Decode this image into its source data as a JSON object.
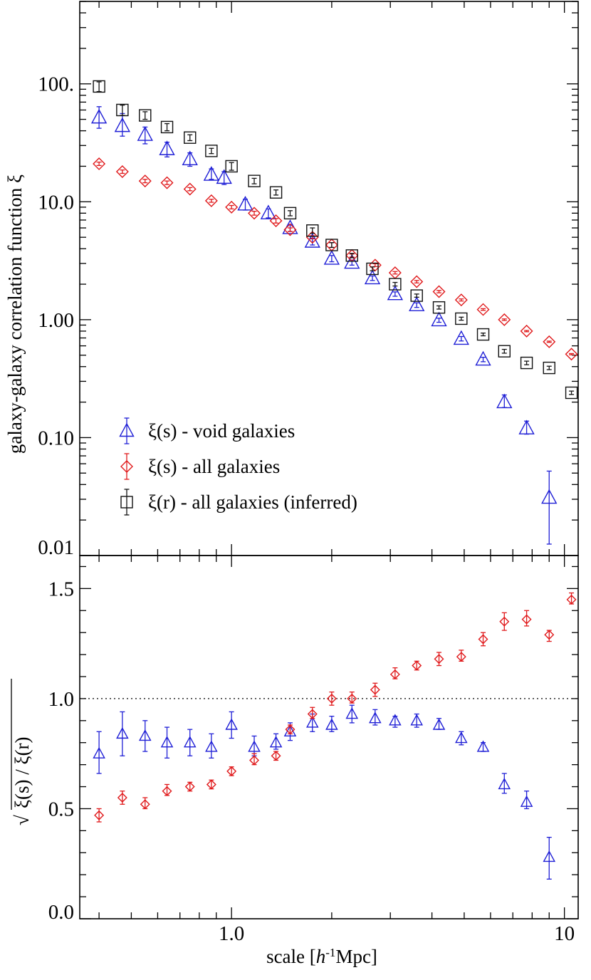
{
  "chart_data": [
    {
      "type": "scatter",
      "panel": "top",
      "ylabel": "galaxy-galaxy correlation function ξ",
      "xscale": "log",
      "yscale": "log",
      "xlim": [
        0.35,
        11
      ],
      "ylim": [
        0.01,
        500
      ],
      "yticks": [
        {
          "v": 0.01,
          "label": "0.01"
        },
        {
          "v": 0.1,
          "label": "0.10"
        },
        {
          "v": 1,
          "label": "1.00"
        },
        {
          "v": 10,
          "label": "10.0"
        },
        {
          "v": 100,
          "label": "100."
        }
      ],
      "legend": {
        "position": "bottom-left"
      },
      "series": [
        {
          "name": "ξ(s) - void galaxies",
          "marker": "triangle",
          "color": "#1f1fd6",
          "points": [
            {
              "x": 0.4,
              "y": 52,
              "lo": 42,
              "hi": 64
            },
            {
              "x": 0.47,
              "y": 44,
              "lo": 36,
              "hi": 56
            },
            {
              "x": 0.55,
              "y": 37,
              "lo": 31,
              "hi": 43
            },
            {
              "x": 0.64,
              "y": 28,
              "lo": 24,
              "hi": 32
            },
            {
              "x": 0.75,
              "y": 23,
              "lo": 20,
              "hi": 26
            },
            {
              "x": 0.87,
              "y": 17,
              "lo": 15.5,
              "hi": 19
            },
            {
              "x": 0.95,
              "y": 16,
              "lo": 14,
              "hi": 18
            },
            {
              "x": 1.1,
              "y": 9.5,
              "lo": 8.5,
              "hi": 10.5
            },
            {
              "x": 1.29,
              "y": 8.0,
              "lo": 7.3,
              "hi": 8.7
            },
            {
              "x": 1.5,
              "y": 6.0,
              "lo": 5.6,
              "hi": 6.4
            },
            {
              "x": 1.75,
              "y": 4.6,
              "lo": 4.3,
              "hi": 4.9
            },
            {
              "x": 2.0,
              "y": 3.3,
              "lo": 3.1,
              "hi": 3.5
            },
            {
              "x": 2.3,
              "y": 3.05,
              "lo": 2.9,
              "hi": 3.2
            },
            {
              "x": 2.65,
              "y": 2.25,
              "lo": 2.15,
              "hi": 2.35
            },
            {
              "x": 3.1,
              "y": 1.65,
              "lo": 1.58,
              "hi": 1.72
            },
            {
              "x": 3.6,
              "y": 1.33,
              "lo": 1.27,
              "hi": 1.39
            },
            {
              "x": 4.2,
              "y": 0.99,
              "lo": 0.95,
              "hi": 1.03
            },
            {
              "x": 4.9,
              "y": 0.69,
              "lo": 0.66,
              "hi": 0.72
            },
            {
              "x": 5.7,
              "y": 0.46,
              "lo": 0.44,
              "hi": 0.48
            },
            {
              "x": 6.6,
              "y": 0.2,
              "lo": 0.18,
              "hi": 0.23
            },
            {
              "x": 7.7,
              "y": 0.12,
              "lo": 0.107,
              "hi": 0.138
            },
            {
              "x": 9.0,
              "y": 0.031,
              "lo": 0.0125,
              "hi": 0.052
            }
          ]
        },
        {
          "name": "ξ(s) - all galaxies",
          "marker": "diamond",
          "color": "#e0191b",
          "points": [
            {
              "x": 0.4,
              "y": 21,
              "lo": 20.3,
              "hi": 21.7
            },
            {
              "x": 0.47,
              "y": 18,
              "lo": 17.4,
              "hi": 18.6
            },
            {
              "x": 0.55,
              "y": 15,
              "lo": 14.5,
              "hi": 15.5
            },
            {
              "x": 0.64,
              "y": 14.5,
              "lo": 14.0,
              "hi": 15.0
            },
            {
              "x": 0.75,
              "y": 12.8,
              "lo": 12.4,
              "hi": 13.2
            },
            {
              "x": 0.87,
              "y": 10.2,
              "lo": 9.9,
              "hi": 10.5
            },
            {
              "x": 1.0,
              "y": 9.0,
              "lo": 8.7,
              "hi": 9.3
            },
            {
              "x": 1.17,
              "y": 8.0,
              "lo": 7.7,
              "hi": 8.3
            },
            {
              "x": 1.36,
              "y": 6.9,
              "lo": 6.6,
              "hi": 7.2
            },
            {
              "x": 1.5,
              "y": 5.8,
              "lo": 5.6,
              "hi": 6.0
            },
            {
              "x": 1.75,
              "y": 5.0,
              "lo": 4.85,
              "hi": 5.15
            },
            {
              "x": 2.0,
              "y": 4.3,
              "lo": 4.1,
              "hi": 4.5
            },
            {
              "x": 2.3,
              "y": 3.5,
              "lo": 3.4,
              "hi": 3.6
            },
            {
              "x": 2.7,
              "y": 2.9,
              "lo": 2.82,
              "hi": 2.98
            },
            {
              "x": 3.1,
              "y": 2.5,
              "lo": 2.44,
              "hi": 2.56
            },
            {
              "x": 3.6,
              "y": 2.1,
              "lo": 2.05,
              "hi": 2.15
            },
            {
              "x": 4.2,
              "y": 1.73,
              "lo": 1.69,
              "hi": 1.77
            },
            {
              "x": 4.9,
              "y": 1.47,
              "lo": 1.44,
              "hi": 1.5
            },
            {
              "x": 5.7,
              "y": 1.22,
              "lo": 1.2,
              "hi": 1.24
            },
            {
              "x": 6.6,
              "y": 1.0,
              "lo": 0.985,
              "hi": 1.015
            },
            {
              "x": 7.7,
              "y": 0.8,
              "lo": 0.79,
              "hi": 0.81
            },
            {
              "x": 9.0,
              "y": 0.65,
              "lo": 0.642,
              "hi": 0.658
            },
            {
              "x": 10.5,
              "y": 0.51,
              "lo": 0.504,
              "hi": 0.516
            }
          ]
        },
        {
          "name": "ξ(r) - all galaxies (inferred)",
          "marker": "square",
          "color": "#111111",
          "points": [
            {
              "x": 0.4,
              "y": 95,
              "lo": 86,
              "hi": 104
            },
            {
              "x": 0.47,
              "y": 60,
              "lo": 54,
              "hi": 66
            },
            {
              "x": 0.55,
              "y": 54,
              "lo": 50,
              "hi": 58
            },
            {
              "x": 0.64,
              "y": 43,
              "lo": 40,
              "hi": 46
            },
            {
              "x": 0.75,
              "y": 35,
              "lo": 33,
              "hi": 37
            },
            {
              "x": 0.87,
              "y": 27,
              "lo": 25.6,
              "hi": 28.4
            },
            {
              "x": 1.0,
              "y": 20,
              "lo": 18.5,
              "hi": 21.5
            },
            {
              "x": 1.17,
              "y": 15,
              "lo": 14.2,
              "hi": 15.8
            },
            {
              "x": 1.36,
              "y": 12,
              "lo": 11.4,
              "hi": 12.6
            },
            {
              "x": 1.5,
              "y": 8.0,
              "lo": 7.6,
              "hi": 8.4
            },
            {
              "x": 1.75,
              "y": 5.7,
              "lo": 5.4,
              "hi": 6.0
            },
            {
              "x": 2.0,
              "y": 4.3,
              "lo": 4.1,
              "hi": 4.5
            },
            {
              "x": 2.3,
              "y": 3.5,
              "lo": 3.35,
              "hi": 3.65
            },
            {
              "x": 2.65,
              "y": 2.7,
              "lo": 2.6,
              "hi": 2.8
            },
            {
              "x": 3.1,
              "y": 2.0,
              "lo": 1.93,
              "hi": 2.07
            },
            {
              "x": 3.6,
              "y": 1.6,
              "lo": 1.55,
              "hi": 1.65
            },
            {
              "x": 4.2,
              "y": 1.27,
              "lo": 1.23,
              "hi": 1.31
            },
            {
              "x": 4.9,
              "y": 1.02,
              "lo": 0.99,
              "hi": 1.05
            },
            {
              "x": 5.7,
              "y": 0.75,
              "lo": 0.73,
              "hi": 0.77
            },
            {
              "x": 6.6,
              "y": 0.54,
              "lo": 0.52,
              "hi": 0.56
            },
            {
              "x": 7.7,
              "y": 0.43,
              "lo": 0.415,
              "hi": 0.445
            },
            {
              "x": 9.0,
              "y": 0.39,
              "lo": 0.377,
              "hi": 0.403
            },
            {
              "x": 10.5,
              "y": 0.24,
              "lo": 0.232,
              "hi": 0.248
            }
          ]
        }
      ]
    },
    {
      "type": "scatter",
      "panel": "bottom",
      "xlabel_parts": {
        "prefix": "scale [",
        "italic": "h",
        "sup": "-1",
        "suffix": "Mpc]"
      },
      "ylabel_parts": {
        "sqrt": "√",
        "text": "ξ(s) / ξ(r)"
      },
      "xscale": "log",
      "yscale": "linear",
      "xlim": [
        0.35,
        11
      ],
      "ylim": [
        0.0,
        1.65
      ],
      "xticks": [
        {
          "v": 1,
          "label": "1.0"
        },
        {
          "v": 10,
          "label": "10"
        }
      ],
      "yticks": [
        {
          "v": 0.0,
          "label": "0.0"
        },
        {
          "v": 0.5,
          "label": "0.5"
        },
        {
          "v": 1.0,
          "label": "1.0"
        },
        {
          "v": 1.5,
          "label": "1.5"
        }
      ],
      "reference_line": {
        "y": 1.0,
        "style": "dotted"
      },
      "series": [
        {
          "name": "void galaxies",
          "marker": "triangle",
          "color": "#1f1fd6",
          "points": [
            {
              "x": 0.4,
              "y": 0.75,
              "lo": 0.66,
              "hi": 0.85
            },
            {
              "x": 0.47,
              "y": 0.84,
              "lo": 0.74,
              "hi": 0.94
            },
            {
              "x": 0.55,
              "y": 0.83,
              "lo": 0.76,
              "hi": 0.9
            },
            {
              "x": 0.64,
              "y": 0.8,
              "lo": 0.73,
              "hi": 0.87
            },
            {
              "x": 0.75,
              "y": 0.8,
              "lo": 0.74,
              "hi": 0.86
            },
            {
              "x": 0.87,
              "y": 0.78,
              "lo": 0.73,
              "hi": 0.84
            },
            {
              "x": 1.0,
              "y": 0.88,
              "lo": 0.82,
              "hi": 0.94
            },
            {
              "x": 1.17,
              "y": 0.78,
              "lo": 0.74,
              "hi": 0.83
            },
            {
              "x": 1.36,
              "y": 0.8,
              "lo": 0.77,
              "hi": 0.84
            },
            {
              "x": 1.5,
              "y": 0.85,
              "lo": 0.81,
              "hi": 0.89
            },
            {
              "x": 1.75,
              "y": 0.89,
              "lo": 0.85,
              "hi": 0.93
            },
            {
              "x": 2.0,
              "y": 0.88,
              "lo": 0.85,
              "hi": 0.92
            },
            {
              "x": 2.3,
              "y": 0.93,
              "lo": 0.89,
              "hi": 0.97
            },
            {
              "x": 2.7,
              "y": 0.91,
              "lo": 0.88,
              "hi": 0.95
            },
            {
              "x": 3.1,
              "y": 0.9,
              "lo": 0.87,
              "hi": 0.92
            },
            {
              "x": 3.6,
              "y": 0.9,
              "lo": 0.87,
              "hi": 0.93
            },
            {
              "x": 4.2,
              "y": 0.88,
              "lo": 0.86,
              "hi": 0.91
            },
            {
              "x": 4.9,
              "y": 0.82,
              "lo": 0.79,
              "hi": 0.85
            },
            {
              "x": 5.7,
              "y": 0.78,
              "lo": 0.76,
              "hi": 0.8
            },
            {
              "x": 6.6,
              "y": 0.61,
              "lo": 0.57,
              "hi": 0.66
            },
            {
              "x": 7.7,
              "y": 0.53,
              "lo": 0.5,
              "hi": 0.58
            },
            {
              "x": 9.0,
              "y": 0.28,
              "lo": 0.18,
              "hi": 0.37
            }
          ]
        },
        {
          "name": "all galaxies",
          "marker": "diamond",
          "color": "#e0191b",
          "points": [
            {
              "x": 0.4,
              "y": 0.47,
              "lo": 0.44,
              "hi": 0.5
            },
            {
              "x": 0.47,
              "y": 0.55,
              "lo": 0.52,
              "hi": 0.58
            },
            {
              "x": 0.55,
              "y": 0.52,
              "lo": 0.5,
              "hi": 0.55
            },
            {
              "x": 0.64,
              "y": 0.58,
              "lo": 0.56,
              "hi": 0.61
            },
            {
              "x": 0.75,
              "y": 0.6,
              "lo": 0.58,
              "hi": 0.62
            },
            {
              "x": 0.87,
              "y": 0.61,
              "lo": 0.59,
              "hi": 0.63
            },
            {
              "x": 1.0,
              "y": 0.67,
              "lo": 0.65,
              "hi": 0.69
            },
            {
              "x": 1.17,
              "y": 0.72,
              "lo": 0.7,
              "hi": 0.75
            },
            {
              "x": 1.36,
              "y": 0.74,
              "lo": 0.72,
              "hi": 0.76
            },
            {
              "x": 1.5,
              "y": 0.86,
              "lo": 0.84,
              "hi": 0.88
            },
            {
              "x": 1.75,
              "y": 0.93,
              "lo": 0.91,
              "hi": 0.96
            },
            {
              "x": 2.0,
              "y": 1.0,
              "lo": 0.97,
              "hi": 1.03
            },
            {
              "x": 2.3,
              "y": 1.0,
              "lo": 0.98,
              "hi": 1.03
            },
            {
              "x": 2.7,
              "y": 1.04,
              "lo": 1.01,
              "hi": 1.07
            },
            {
              "x": 3.1,
              "y": 1.11,
              "lo": 1.09,
              "hi": 1.14
            },
            {
              "x": 3.6,
              "y": 1.15,
              "lo": 1.13,
              "hi": 1.17
            },
            {
              "x": 4.2,
              "y": 1.18,
              "lo": 1.15,
              "hi": 1.21
            },
            {
              "x": 4.9,
              "y": 1.19,
              "lo": 1.17,
              "hi": 1.22
            },
            {
              "x": 5.7,
              "y": 1.27,
              "lo": 1.24,
              "hi": 1.3
            },
            {
              "x": 6.6,
              "y": 1.35,
              "lo": 1.31,
              "hi": 1.39
            },
            {
              "x": 7.7,
              "y": 1.36,
              "lo": 1.33,
              "hi": 1.4
            },
            {
              "x": 9.0,
              "y": 1.29,
              "lo": 1.26,
              "hi": 1.31
            },
            {
              "x": 10.5,
              "y": 1.45,
              "lo": 1.43,
              "hi": 1.48
            }
          ]
        }
      ]
    }
  ]
}
